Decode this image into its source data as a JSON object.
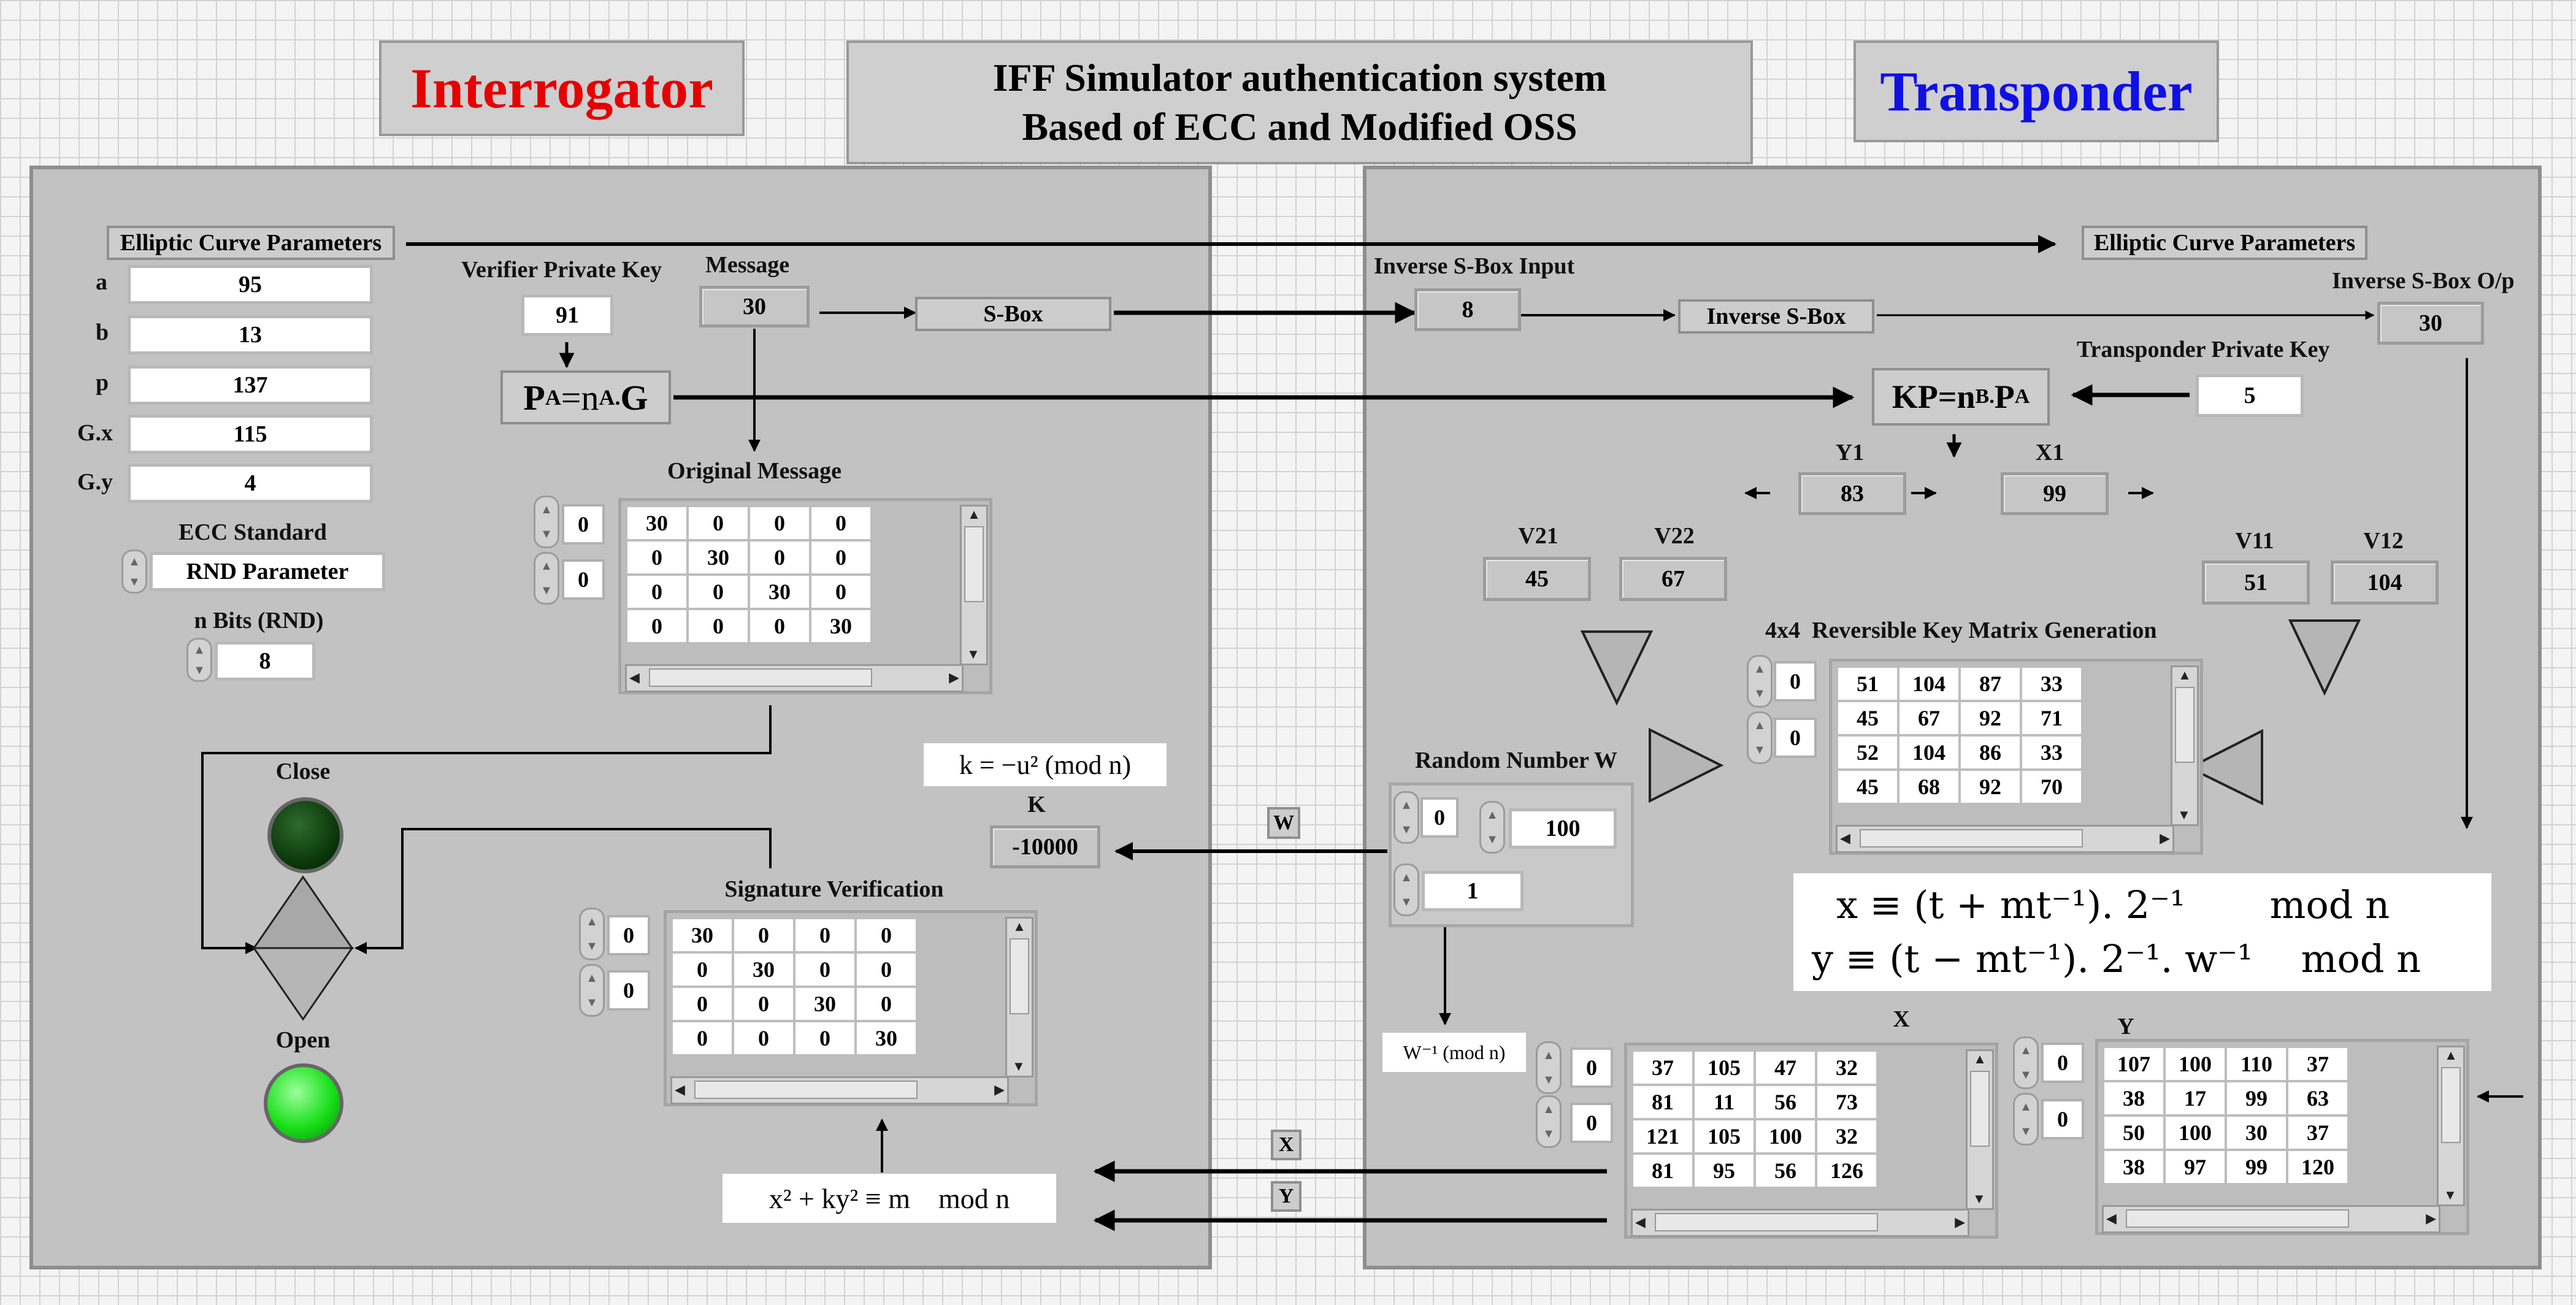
{
  "header": {
    "interrogator": "Interrogator",
    "title_line1": "IFF Simulator authentication system",
    "title_line2": "Based of ECC and Modified OSS",
    "transponder": "Transponder",
    "interrogator_color": "#e60000",
    "transponder_color": "#1010e6"
  },
  "interrogator": {
    "ecp_label": "Elliptic Curve Parameters",
    "params": [
      {
        "label": "a",
        "value": "95"
      },
      {
        "label": "b",
        "value": "13"
      },
      {
        "label": "p",
        "value": "137"
      },
      {
        "label": "G.x",
        "value": "115"
      },
      {
        "label": "G.y",
        "value": "4"
      }
    ],
    "ecc_standard_label": "ECC Standard",
    "ecc_standard_value": "RND Parameter",
    "nbits_label": "n Bits (RND)",
    "nbits_value": "8",
    "verifier_key_label": "Verifier Private Key",
    "verifier_key_value": "91",
    "message_label": "Message",
    "message_value": "30",
    "sbox_label": "S-Box",
    "pa_prefix": "P",
    "pa_sub": "A",
    "pa_mid": "=n",
    "pa_sub2": "A.",
    "pa_end": " G",
    "original_message_label": "Original Message",
    "original_message_row_index": "0",
    "original_message_col_index": "0",
    "original_message": [
      [
        "30",
        "0",
        "0",
        "0"
      ],
      [
        "0",
        "30",
        "0",
        "0"
      ],
      [
        "0",
        "0",
        "30",
        "0"
      ],
      [
        "0",
        "0",
        "0",
        "30"
      ]
    ],
    "close_label": "Close",
    "open_label": "Open",
    "close_led_color": "#0c3a0c",
    "open_led_color": "#19e019",
    "k_formula": "k = −u² (mod n)",
    "k_label": "K",
    "k_value": "-10000",
    "sig_verif_label": "Signature Verification",
    "sig_row_index": "0",
    "sig_col_index": "0",
    "signature": [
      [
        "30",
        "0",
        "0",
        "0"
      ],
      [
        "0",
        "30",
        "0",
        "0"
      ],
      [
        "0",
        "0",
        "30",
        "0"
      ],
      [
        "0",
        "0",
        "0",
        "30"
      ]
    ],
    "verify_formula": "x² + ky² ≡ m    mod n"
  },
  "channel": {
    "w_label": "W",
    "x_label": "X",
    "y_label": "Y"
  },
  "transponder": {
    "ecp_label": "Elliptic Curve Parameters",
    "inv_sbox_input_label": "Inverse S-Box Input",
    "inv_sbox_input_value": "8",
    "inv_sbox_label": "Inverse S-Box",
    "inv_sbox_out_label": "Inverse S-Box O/p",
    "inv_sbox_out_value": "30",
    "tp_key_label": "Transponder Private Key",
    "tp_key_value": "5",
    "kp_prefix": "KP=n",
    "kp_sub": "B.",
    "kp_mid": " P",
    "kp_sub2": "A",
    "y1_label": "Y1",
    "y1_value": "83",
    "x1_label": "X1",
    "x1_value": "99",
    "v21_label": "V21",
    "v21_value": "45",
    "v22_label": "V22",
    "v22_value": "67",
    "v11_label": "V11",
    "v11_value": "51",
    "v12_label": "V12",
    "v12_value": "104",
    "key_matrix_label": "4x4  Reversible Key Matrix Generation",
    "key_row_index": "0",
    "key_col_index": "0",
    "key_matrix": [
      [
        "51",
        "104",
        "87",
        "33"
      ],
      [
        "45",
        "67",
        "92",
        "71"
      ],
      [
        "52",
        "104",
        "86",
        "33"
      ],
      [
        "45",
        "68",
        "92",
        "70"
      ]
    ],
    "random_w_label": "Random Number W",
    "random_w_index": "0",
    "random_w_value": "100",
    "random_w_second": "1",
    "formula_x": "x ≡ (t + mt⁻¹). 2⁻¹       mod n",
    "formula_y": "y ≡ (t − mt⁻¹). 2⁻¹. w⁻¹    mod n",
    "winv_label": "W⁻¹ (mod n)",
    "x_matrix_label": "X",
    "x_row_index": "0",
    "x_col_index": "0",
    "x_matrix": [
      [
        "37",
        "105",
        "47",
        "32"
      ],
      [
        "81",
        "11",
        "56",
        "73"
      ],
      [
        "121",
        "105",
        "100",
        "32"
      ],
      [
        "81",
        "95",
        "56",
        "126"
      ]
    ],
    "y_matrix_label": "Y",
    "y_row_index": "0",
    "y_col_index": "0",
    "y_matrix": [
      [
        "107",
        "100",
        "110",
        "37"
      ],
      [
        "38",
        "17",
        "99",
        "63"
      ],
      [
        "50",
        "100",
        "30",
        "37"
      ],
      [
        "38",
        "97",
        "99",
        "120"
      ]
    ]
  }
}
